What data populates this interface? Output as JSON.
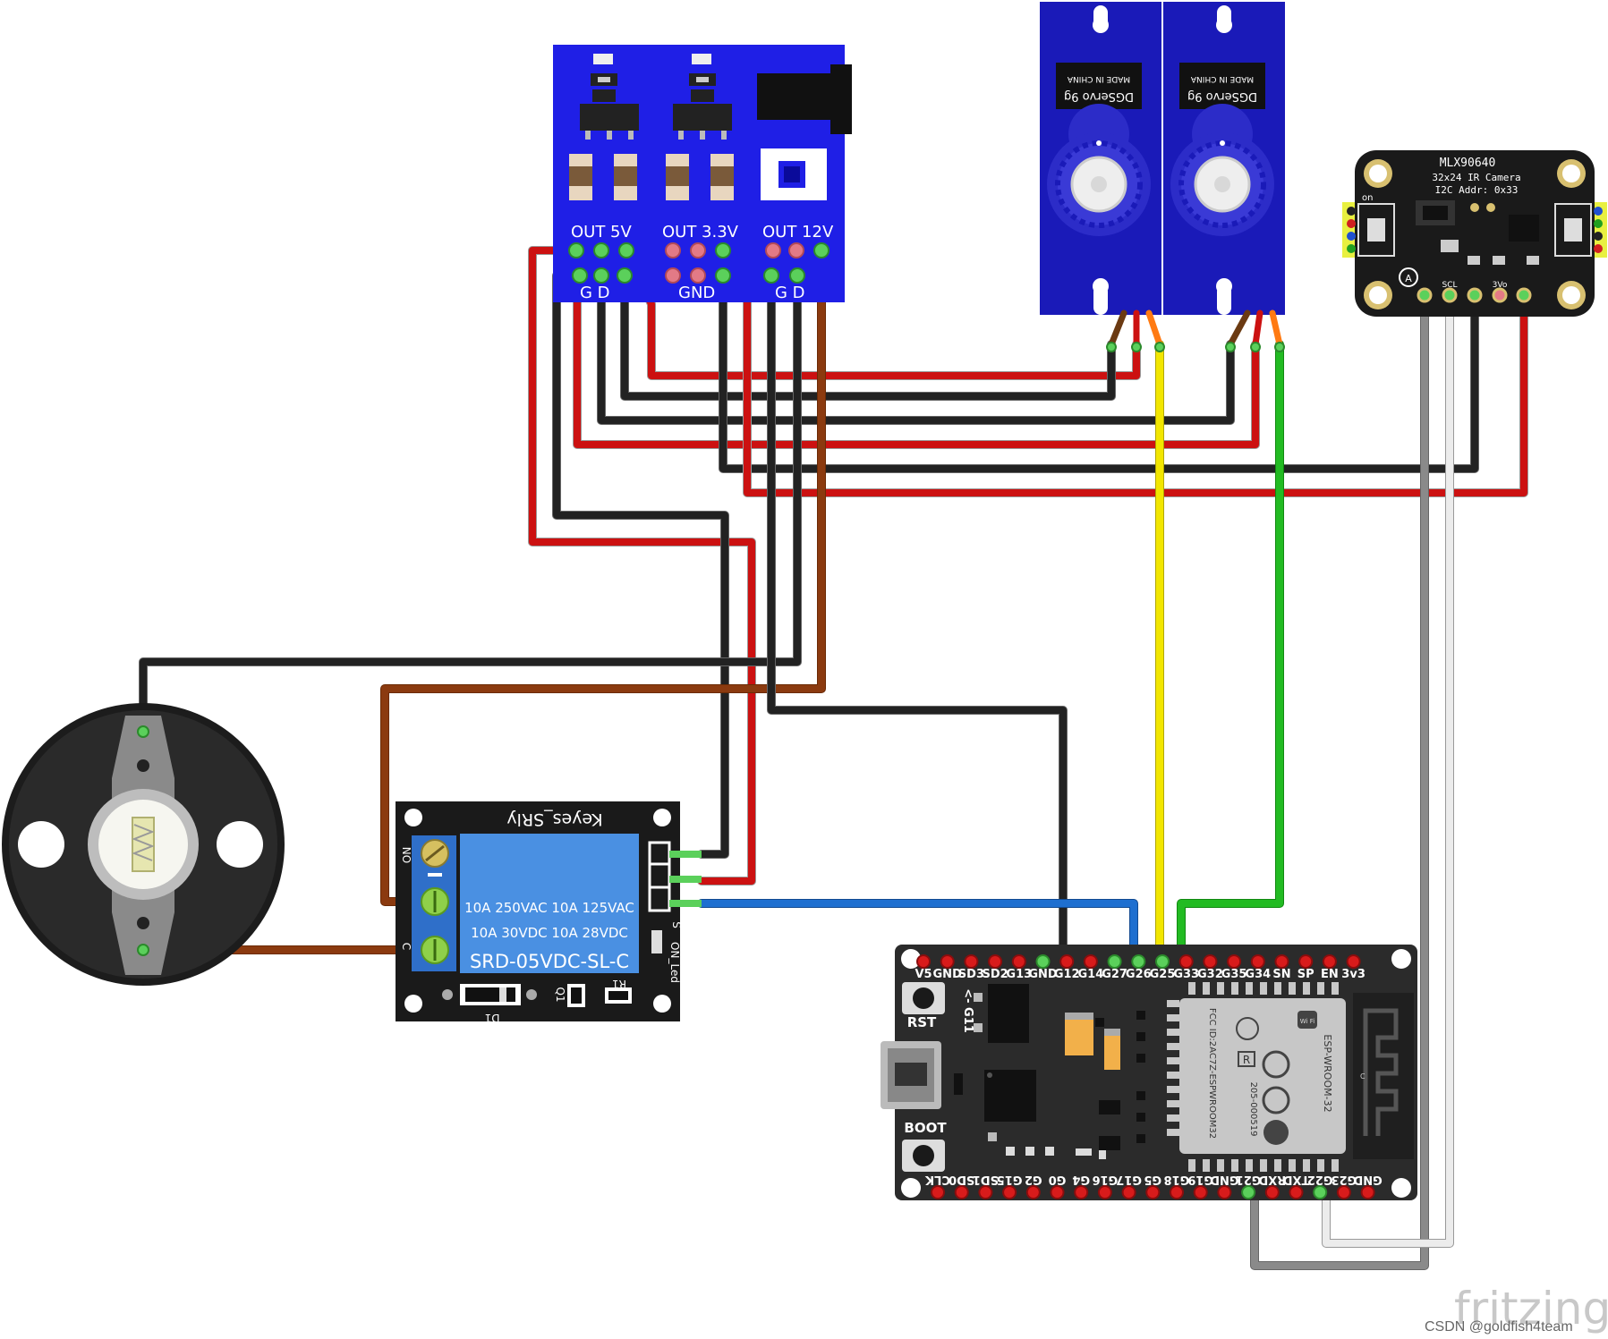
{
  "power_module": {
    "out_5v": "OUT 5V",
    "out_3v3": "OUT 3.3V",
    "out_12v": "OUT 12V",
    "gnd": "GND",
    "gnd_left": "G  D",
    "gnd_right": "G  D",
    "color": "#1f1fe6"
  },
  "servos": [
    {
      "model": "DGServo 9g",
      "made": "MADE IN CHINA"
    },
    {
      "model": "DGServo 9g",
      "made": "MADE IN CHINA"
    }
  ],
  "ir_camera": {
    "name": "MLX90640",
    "line2": "32x24 IR Camera",
    "line3": "I2C Addr: 0x33",
    "on_label": "on",
    "scl": "SCL",
    "v3o": "3Vo",
    "a_label": "A"
  },
  "relay": {
    "title": "Keyes_SRly",
    "spec1": "10A 250VAC  10A 125VAC",
    "spec2": "10A  30VDC  10A  28VDC",
    "model": "SRD-05VDC-SL-C",
    "no": "NO",
    "c": "C",
    "on_led": "ON_Led",
    "d1": "D1",
    "q1": "Q1",
    "r1": "R1",
    "s": "S"
  },
  "esp32": {
    "top_pins": [
      "V5",
      "GND",
      "SD3",
      "SD2",
      "G13",
      "GND",
      "G12",
      "G14",
      "G27",
      "G26",
      "G25",
      "G33",
      "G32",
      "G35",
      "G34",
      "SN",
      "SP",
      "EN",
      "3v3"
    ],
    "bottom_pins": [
      "CLK",
      "SD0",
      "SD1",
      "G15",
      "G2",
      "G0",
      "G4",
      "G16",
      "G17",
      "G5",
      "G18",
      "G19",
      "GND",
      "G21",
      "RXD",
      "TXD",
      "G22",
      "G23",
      "GND"
    ],
    "rst": "RST",
    "boot": "BOOT",
    "g11": "<- G11",
    "module_name": "ESP-WROOM-32",
    "fcc": "FCC ID:2AC7Z-ESPWROOM32",
    "cert": "205-000519",
    "wifi": "Wi Fi",
    "r_mark": "R"
  },
  "watermark": {
    "brand": "fritzing",
    "credit": "CSDN @goldfish4team"
  },
  "wire_colors": {
    "red": "#cc1111",
    "black": "#222222",
    "brown": "#8b3a0f",
    "yellow": "#f2e600",
    "green": "#22bb22",
    "blue": "#1e6fd0",
    "gray": "#888888",
    "white": "#e6e6e6"
  }
}
